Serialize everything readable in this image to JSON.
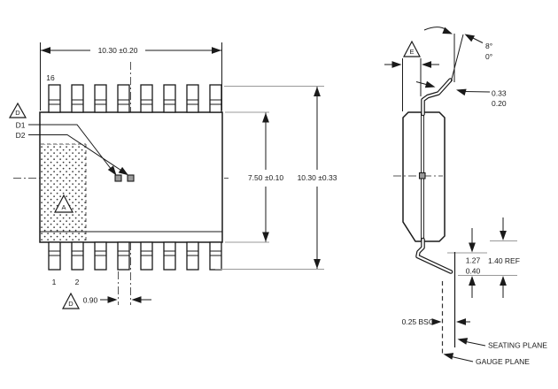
{
  "drawing": {
    "front_view": {
      "top_width_dim": "10.30 ±0.20",
      "pin_16": "16",
      "pin_1": "1",
      "pin_2": "2",
      "datum_d_flag": "D",
      "d1_label": "D1",
      "d2_label": "D2",
      "datum_a_flag": "A",
      "body_height_dim": "7.50 ±0.10",
      "overall_height_dim": "10.30 ±0.33",
      "datum_d_flag_bottom": "D",
      "center_offset_dim": "0.90"
    },
    "side_view": {
      "datum_e_flag": "E",
      "lead_angle_max": "8°",
      "lead_angle_min": "0°",
      "lead_thickness_max": "0.33",
      "lead_thickness_min": "0.20",
      "foot_length_max": "1.27",
      "foot_length_min": "0.40",
      "lead_length_ref": "1.40 REF",
      "gauge_offset_dim": "0.25 BSC",
      "seating_plane_label": "SEATING PLANE",
      "gauge_plane_label": "GAUGE PLANE"
    },
    "colors": {
      "line": "#1a1a1a",
      "extension_line": "#999999",
      "centerline": "#555555",
      "background": "#ffffff"
    }
  }
}
